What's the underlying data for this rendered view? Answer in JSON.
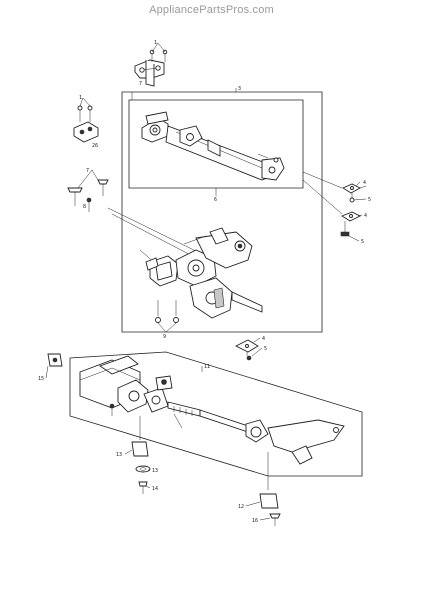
{
  "watermark": "AppliancePartsPros.com",
  "callouts": {
    "c1_top": "1",
    "c7_top": "7",
    "c3": "3",
    "c1_left": "1",
    "c26": "26",
    "c7_mid": "7",
    "c8": "8",
    "c6_frame": "6",
    "c4_right": "4",
    "c5_right": "5",
    "c4_right2": "4",
    "c5_right2": "5",
    "c9": "9",
    "c4_lower": "4",
    "c5_lower": "5",
    "c11": "11",
    "c15": "15",
    "c13_left": "13",
    "c13_b": "13",
    "c14": "14",
    "c12": "12",
    "c16": "16"
  }
}
